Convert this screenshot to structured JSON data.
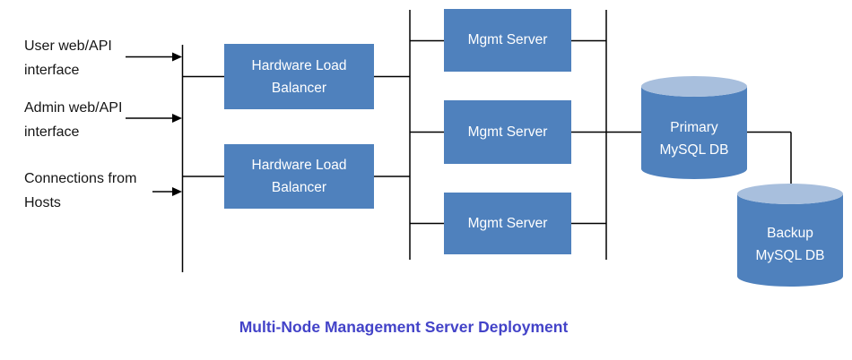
{
  "title": {
    "text": "Multi-Node Management Server Deployment"
  },
  "inputs": [
    {
      "label": "User web/API interface",
      "lines": [
        "User web/API",
        "interface"
      ]
    },
    {
      "label": "Admin web/API interface",
      "lines": [
        "Admin web/API",
        "interface"
      ]
    },
    {
      "label": "Connections from Hosts",
      "lines": [
        "Connections from",
        "Hosts"
      ]
    }
  ],
  "load_balancers": [
    {
      "label": "Hardware Load Balancer",
      "lines": [
        "Hardware Load",
        "Balancer"
      ]
    },
    {
      "label": "Hardware Load Balancer",
      "lines": [
        "Hardware Load",
        "Balancer"
      ]
    }
  ],
  "mgmt_servers": [
    {
      "label": "Mgmt Server"
    },
    {
      "label": "Mgmt Server"
    },
    {
      "label": "Mgmt Server"
    }
  ],
  "databases": [
    {
      "label": "Primary MySQL DB",
      "lines": [
        "Primary",
        "MySQL DB"
      ]
    },
    {
      "label": "Backup MySQL DB",
      "lines": [
        "Backup",
        "MySQL DB"
      ]
    }
  ],
  "colors": {
    "node_fill": "#4f81bd",
    "cylinder_top": "#a8bfdd",
    "node_text": "#ffffff",
    "wire": "#000000",
    "label_text": "#151515",
    "title_text": "#4343c8"
  }
}
